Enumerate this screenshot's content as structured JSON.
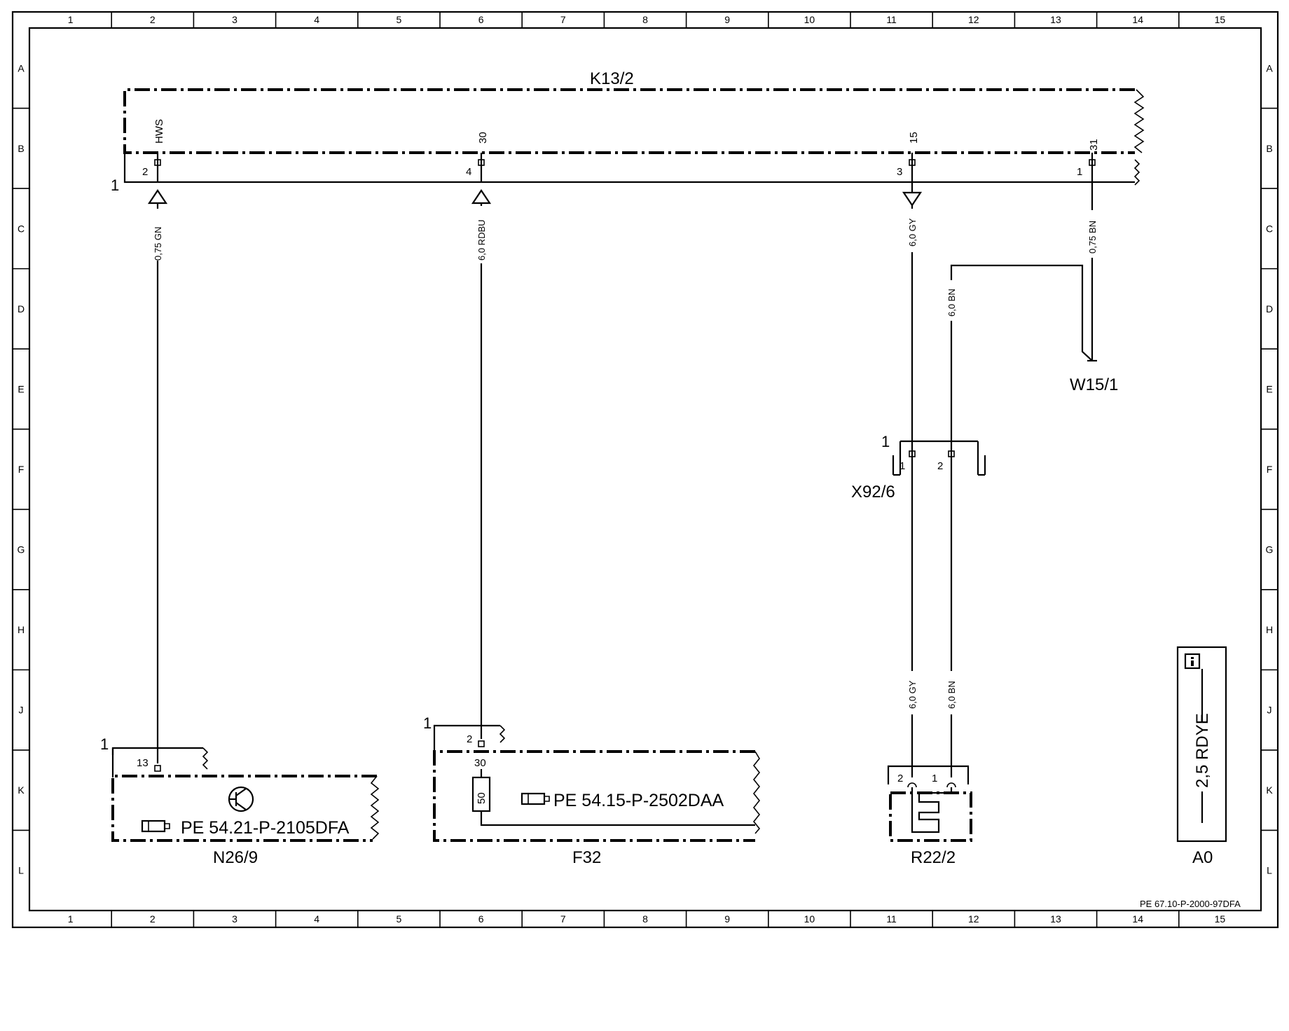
{
  "frame": {
    "columns": [
      "1",
      "2",
      "3",
      "4",
      "5",
      "6",
      "7",
      "8",
      "9",
      "10",
      "11",
      "12",
      "13",
      "14",
      "15"
    ],
    "rows": [
      "A",
      "B",
      "C",
      "D",
      "E",
      "F",
      "G",
      "H",
      "J",
      "K",
      "L"
    ],
    "doc_ref": "PE 67.10-P-2000-97DFA"
  },
  "components": {
    "k13_2": {
      "name": "K13/2",
      "connector_no": "1",
      "pins": [
        {
          "terminal": "HWS",
          "pin": "2"
        },
        {
          "terminal": "30",
          "pin": "4"
        },
        {
          "terminal": "15",
          "pin": "3"
        },
        {
          "terminal": "31",
          "pin": "1"
        }
      ]
    },
    "n26_9": {
      "name": "N26/9",
      "connector_no": "1",
      "pin": "13",
      "ref": "PE 54.21-P-2105DFA"
    },
    "f32": {
      "name": "F32",
      "connector_no": "1",
      "pin": "2",
      "terminal": "30",
      "fuse": "50",
      "ref": "PE 54.15-P-2502DAA"
    },
    "x92_6": {
      "name": "X92/6",
      "connector_no": "1",
      "pins": [
        "1",
        "2"
      ]
    },
    "w15_1": {
      "name": "W15/1"
    },
    "r22_2": {
      "name": "R22/2",
      "pins": [
        "2",
        "1"
      ]
    },
    "a0": {
      "name": "A0",
      "wire": "2,5 RDYE"
    }
  },
  "wires": {
    "hws": "0,75 GN",
    "t30": "6,0 RDBU",
    "t15": "6,0 GY",
    "t31": "0,75 BN",
    "bn_d": "6,0 BN",
    "gy_j": "6,0 GY",
    "bn_j": "6,0 BN"
  }
}
